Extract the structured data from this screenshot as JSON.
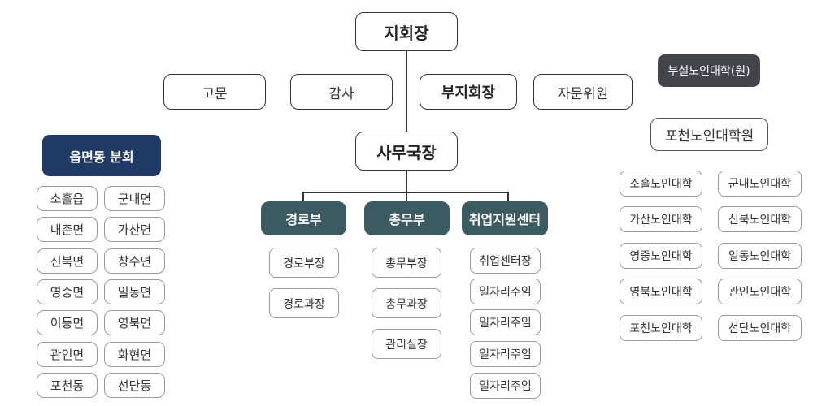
{
  "top": {
    "chair": "지회장"
  },
  "advisors": {
    "gomun": "고문",
    "gamsa": "감사",
    "vice": "부지회장",
    "jamun": "자문위원"
  },
  "annex": "부설노인대학(원)",
  "secretary": "사무국장",
  "branches": {
    "title": "읍면동 분회",
    "items": [
      "소흘읍",
      "군내면",
      "내촌면",
      "가산면",
      "신북면",
      "창수면",
      "영중면",
      "일동면",
      "이동면",
      "영북면",
      "관인면",
      "화현면",
      "포천동",
      "선단동"
    ]
  },
  "departments": [
    {
      "name": "경로부",
      "staff": [
        "경로부장",
        "경로과장"
      ]
    },
    {
      "name": "총무부",
      "staff": [
        "총무부장",
        "총무과장",
        "관리실장"
      ]
    },
    {
      "name": "취업지원센터",
      "staff": [
        "취업센터장",
        "일자리주임",
        "일자리주임",
        "일자리주임",
        "일자리주임"
      ]
    }
  ],
  "college": {
    "title": "포천노인대학원",
    "items": [
      "소흘노인대학",
      "군내노인대학",
      "가산노인대학",
      "신북노인대학",
      "영중노인대학",
      "일동노인대학",
      "영북노인대학",
      "관인노인대학",
      "포천노인대학",
      "선단노인대학"
    ]
  },
  "colors": {
    "dept": "#3c5a62",
    "navy": "#1f3a64",
    "dark": "#44444c",
    "line": "#333333"
  }
}
